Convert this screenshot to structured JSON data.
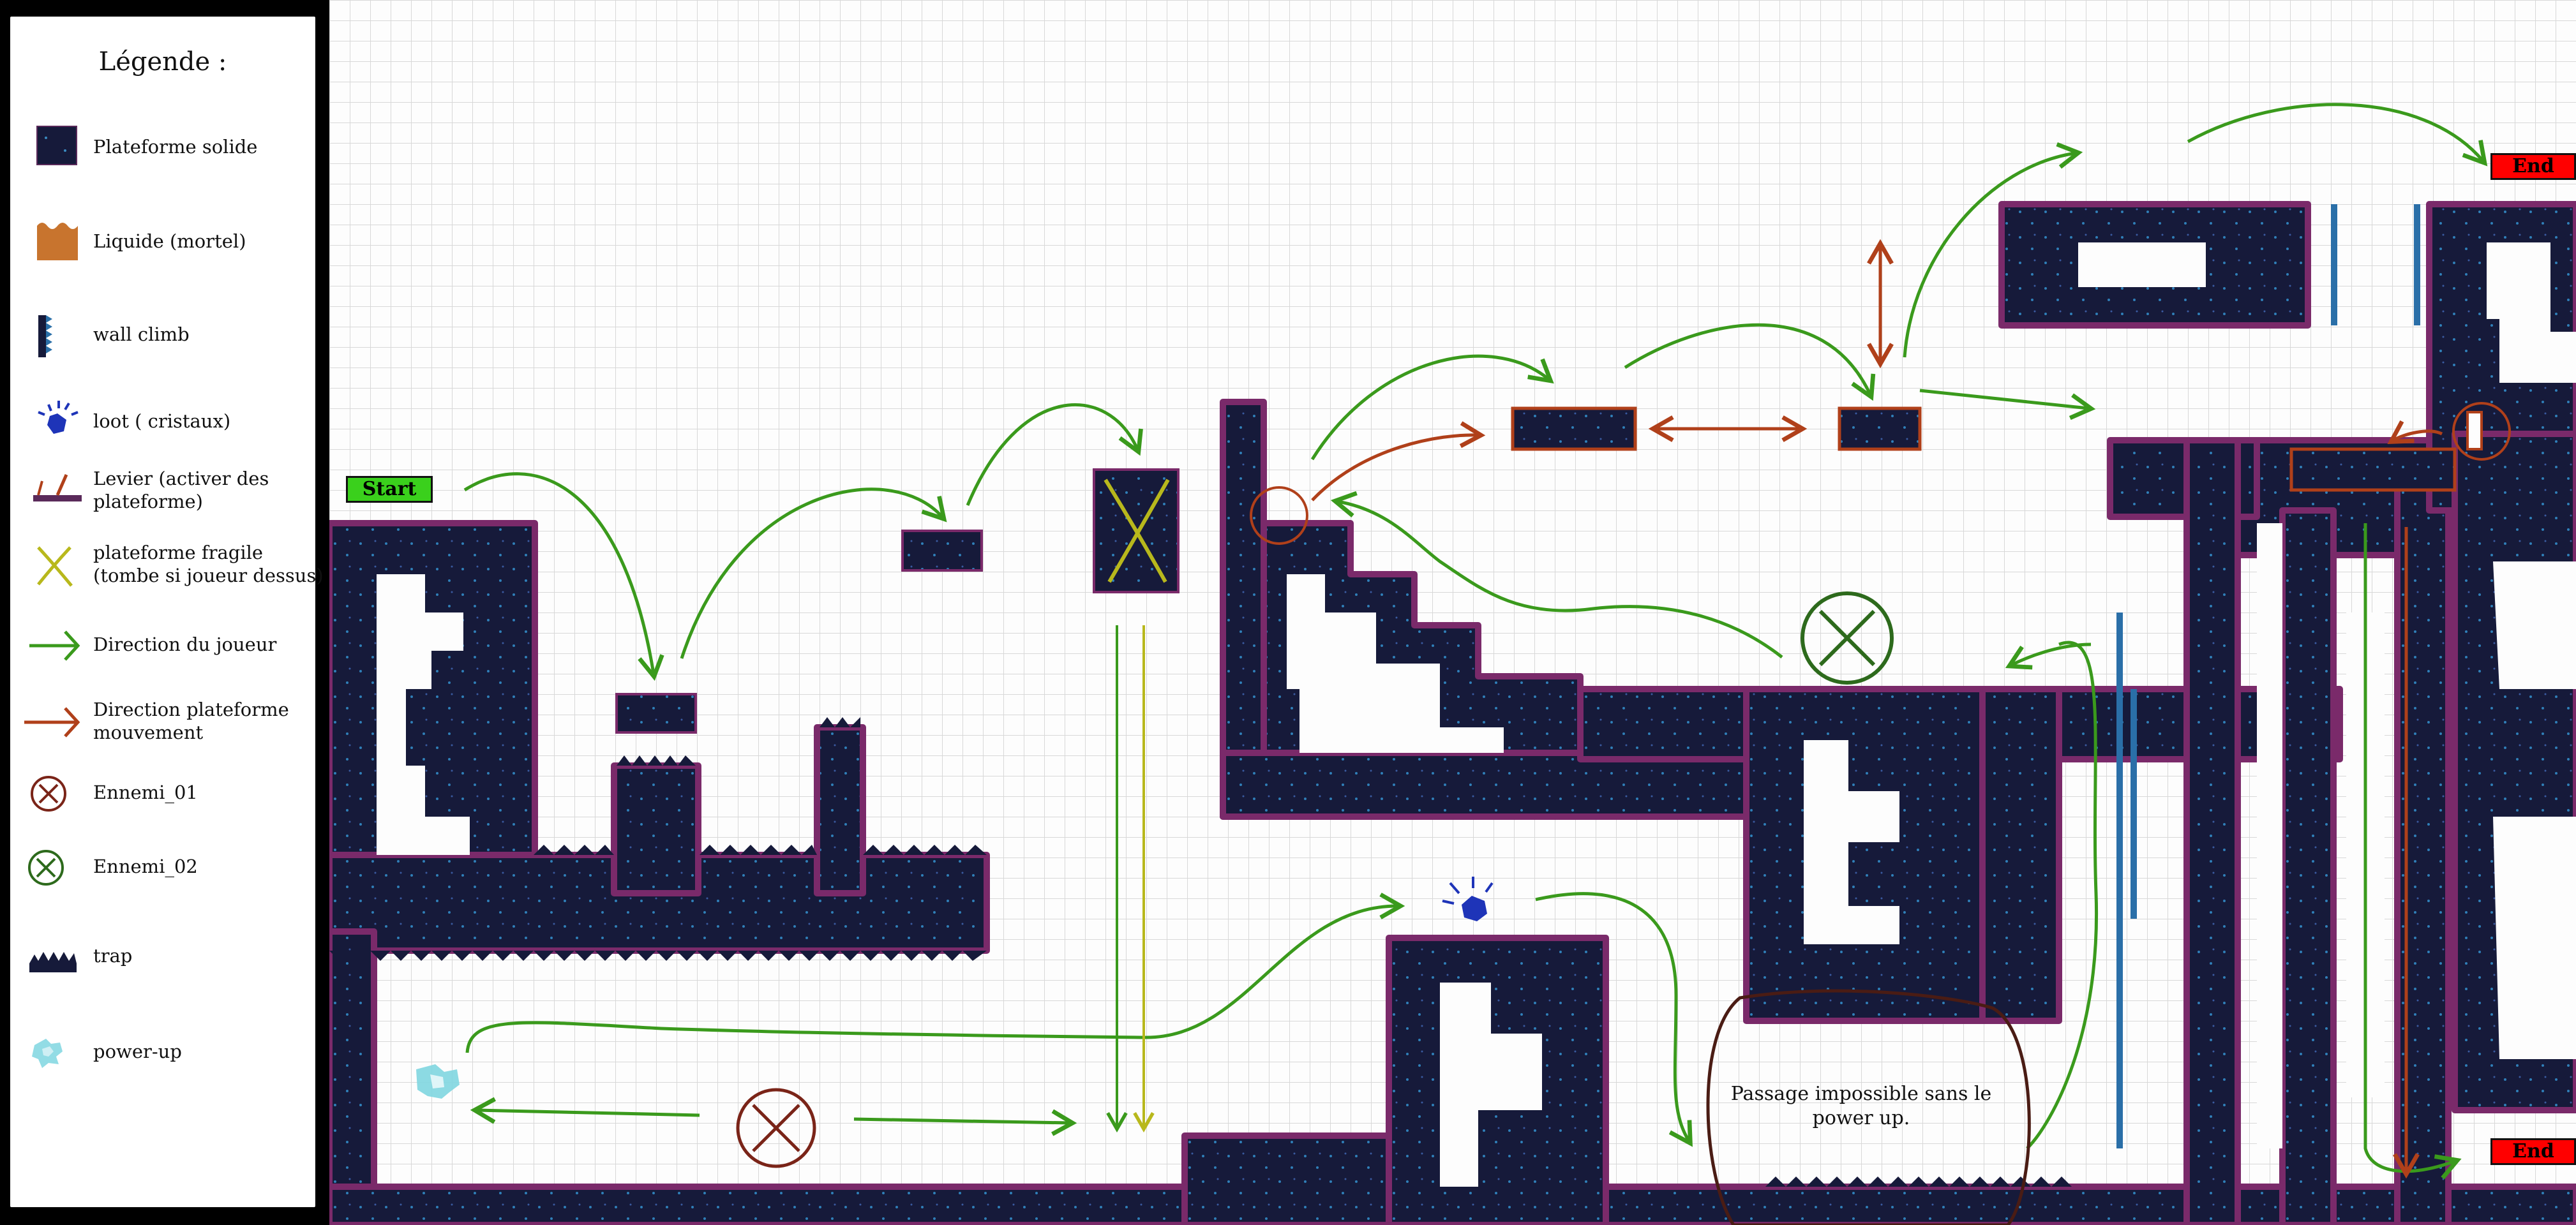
{
  "legend": {
    "title": "Légende :",
    "items": [
      {
        "icon": "solid-platform-icon",
        "label": "Plateforme solide"
      },
      {
        "icon": "liquid-icon",
        "label": "Liquide (mortel)"
      },
      {
        "icon": "wall-climb-icon",
        "label": "wall climb"
      },
      {
        "icon": "crystal-loot-icon",
        "label": "loot ( cristaux)"
      },
      {
        "icon": "lever-icon",
        "label": "Levier (activer des",
        "label2": "plateforme)"
      },
      {
        "icon": "fragile-platform-icon",
        "label": "plateforme fragile",
        "label2": "(tombe si joueur dessus)"
      },
      {
        "icon": "player-direction-arrow-icon",
        "label": "Direction du joueur"
      },
      {
        "icon": "platform-direction-arrow-icon",
        "label": "Direction plateforme",
        "label2": "mouvement"
      },
      {
        "icon": "enemy-01-icon",
        "label": "Ennemi_01"
      },
      {
        "icon": "enemy-02-icon",
        "label": "Ennemi_02"
      },
      {
        "icon": "trap-icon",
        "label": "trap"
      },
      {
        "icon": "power-up-icon",
        "label": "power-up"
      }
    ]
  },
  "map": {
    "start_label": "Start",
    "end_label": "End",
    "note_line1": "Passage impossible sans le",
    "note_line2": "power up."
  },
  "colors": {
    "platform": "#161a3a",
    "platform_fringe": "#7a2a6a",
    "player_arrow": "#3a9a1c",
    "platform_arrow": "#b0401a",
    "fragile": "#b8b81c",
    "enemy_01": "#7a2418",
    "enemy_02": "#2d6a1c",
    "start": "#3ad01c",
    "end": "#ff0000",
    "crystal": "#1e34b8",
    "wall_climb": "#2a6fa8",
    "power_up": "#7fd6e0",
    "liquid": "#c8742e"
  }
}
